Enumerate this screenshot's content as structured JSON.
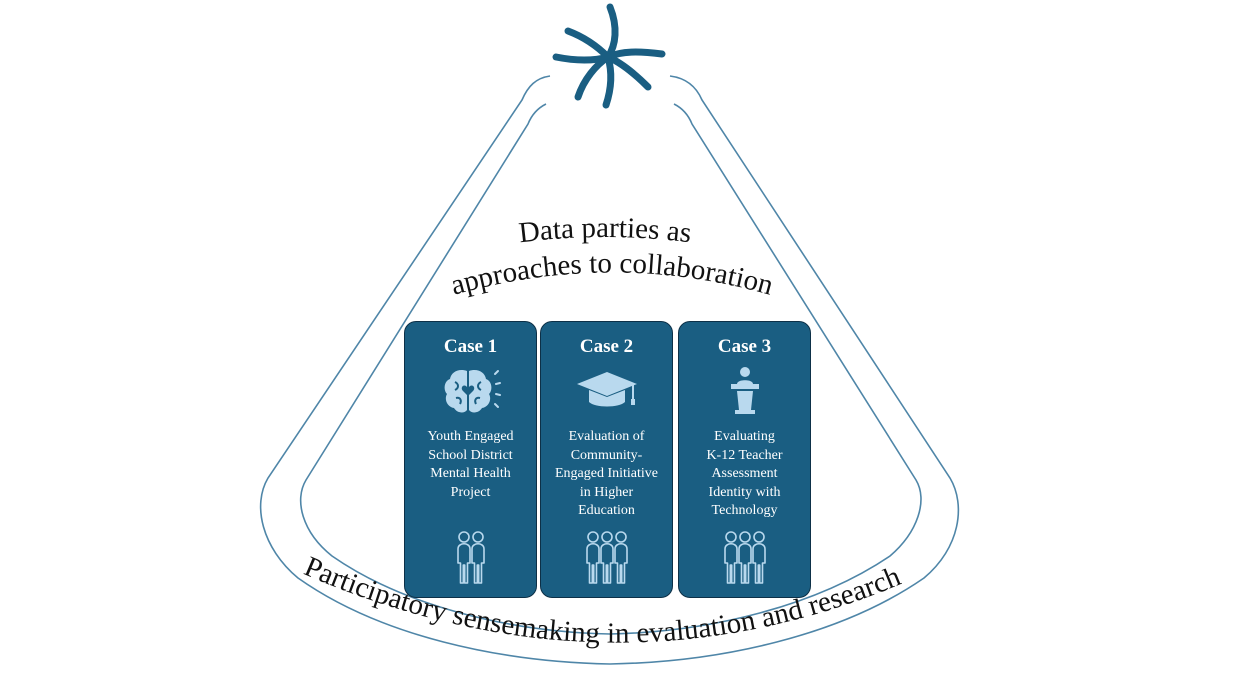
{
  "title_lines": [
    "Data parties as",
    "approaches to collaboration"
  ],
  "bottom_caption": "Participatory sensemaking in evaluation and research",
  "colors": {
    "card_fill": "#1a5e82",
    "card_border": "#0d3047",
    "icon_light": "#b9d9ee",
    "frame_line": "#4f86a8",
    "spark": "#1a5e82"
  },
  "top_icon": "spark-icon",
  "cases": [
    {
      "title": "Case 1",
      "icon": "brain-heart-icon",
      "desc_lines": [
        "Youth Engaged",
        "School District",
        "Mental Health",
        "Project"
      ],
      "people_count": 2
    },
    {
      "title": "Case 2",
      "icon": "graduation-cap-icon",
      "desc_lines": [
        "Evaluation of",
        "Community-",
        "Engaged Initiative",
        "in Higher",
        "Education"
      ],
      "people_count": 3
    },
    {
      "title": "Case 3",
      "icon": "speaker-podium-icon",
      "desc_lines": [
        "Evaluating",
        "K-12 Teacher",
        "Assessment",
        "Identity with",
        "Technology"
      ],
      "people_count": 3
    }
  ]
}
